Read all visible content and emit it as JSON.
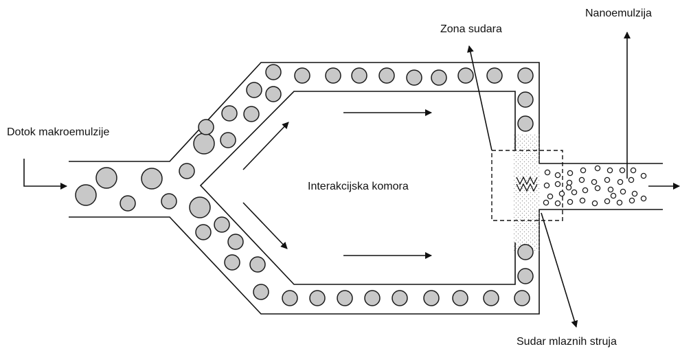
{
  "labels": {
    "inflow": "Dotok makroemulzije",
    "chamber": "Interakcijska komora",
    "collision_zone": "Zona sudara",
    "outflow": "Nanoemulzija",
    "jet_collision": "Sudar mlaznih struja"
  },
  "colors": {
    "droplet_fill": "#c8c8c8",
    "line": "#111111",
    "background": "#ffffff"
  }
}
